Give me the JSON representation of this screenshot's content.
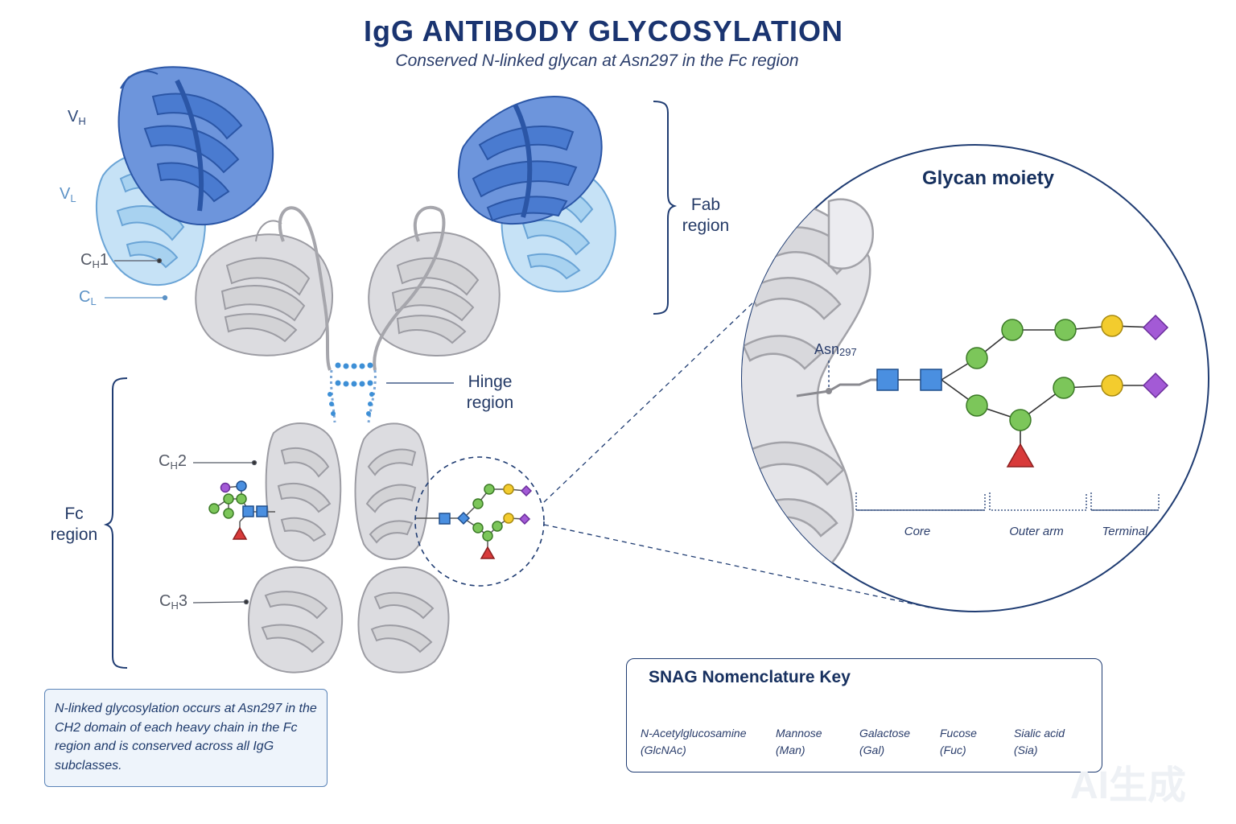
{
  "title": "IgG ANTIBODY GLYCOSYLATION",
  "subtitle": "Conserved N-linked glycan at Asn297 in the Fc region",
  "labels": {
    "vh": {
      "main": "V",
      "sub": "H"
    },
    "vl": {
      "main": "V",
      "sub": "L"
    },
    "ch1": {
      "main": "C",
      "sub": "H",
      "suffix": "1"
    },
    "cl": {
      "main": "C",
      "sub": "L"
    },
    "ch2": {
      "main": "C",
      "sub": "H",
      "suffix": "2"
    },
    "ch3": {
      "main": "C",
      "sub": "H",
      "suffix": "3"
    }
  },
  "regions": {
    "fab": [
      "Fab",
      "region"
    ],
    "hinge": [
      "Hinge",
      "region"
    ],
    "fc": [
      "Fc",
      "region"
    ]
  },
  "zoom": {
    "title": "Glycan moiety",
    "asn": {
      "main": "Asn",
      "sub": "297"
    },
    "segments": [
      "Core",
      "Outer arm",
      "Terminal"
    ]
  },
  "note": "N-linked glycosylation occurs at Asn297 in the CH2 domain of each heavy chain in the Fc region and is conserved across all IgG subclasses.",
  "key": {
    "title": "SNAG Nomenclature Key",
    "items": [
      {
        "icon": "blue-square",
        "name": "N-Acetylglucosamine",
        "abbr": "(GlcNAc)"
      },
      {
        "icon": "green-circle",
        "name": "Mannose",
        "abbr": "(Man)"
      },
      {
        "icon": "yellow-circle",
        "name": "Galactose",
        "abbr": "(Gal)"
      },
      {
        "icon": "red-triangle",
        "name": "Fucose",
        "abbr": "(Fuc)"
      },
      {
        "icon": "purple-diamond",
        "name": "Sialic acid",
        "abbr": "(Sia)"
      }
    ]
  },
  "watermark": "AI生成",
  "colors": {
    "heavy_variable": "#3f6fc2",
    "light_variable": "#8fbfe6",
    "constant": "#c8c8cc",
    "glcnac": "#4a8fe0",
    "mannose": "#7cc65a",
    "galactose": "#f3cc2e",
    "fucose": "#d83a3a",
    "sialic": "#a35ad6",
    "navy": "#1a3470"
  }
}
